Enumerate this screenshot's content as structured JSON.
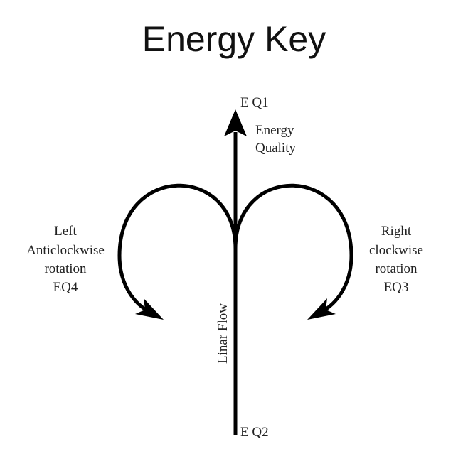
{
  "title": "Energy Key",
  "labels": {
    "top_pole": "E Q1",
    "bottom_pole": "E Q2",
    "energy_quality": [
      "Energy",
      "Quality"
    ],
    "linear_flow": "Linar Flow",
    "left": [
      "Left",
      "Anticlockwise",
      "rotation",
      "EQ4"
    ],
    "right": [
      "Right",
      "clockwise",
      "rotation",
      "EQ3"
    ]
  },
  "colors": {
    "ink": "#000000",
    "text": "#222222"
  }
}
